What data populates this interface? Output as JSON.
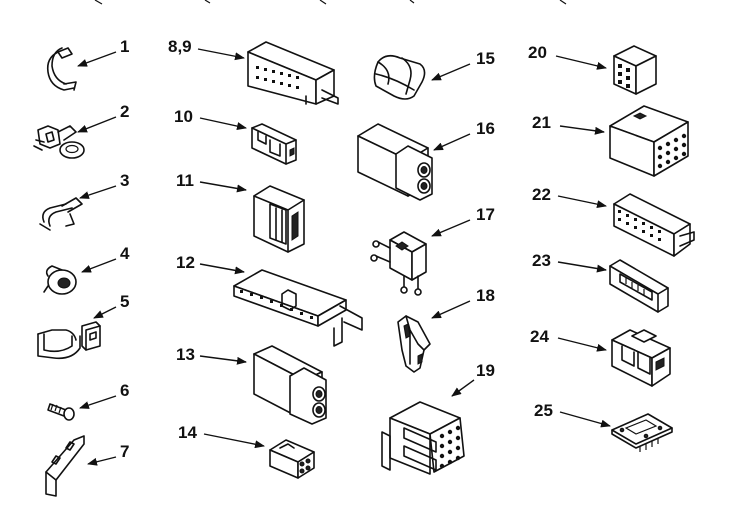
{
  "parts": [
    {
      "id": "p1",
      "label": "1",
      "icon": "clip-icon"
    },
    {
      "id": "p2",
      "label": "2",
      "icon": "clamp-icon"
    },
    {
      "id": "p3",
      "label": "3",
      "icon": "wire-clip-icon"
    },
    {
      "id": "p4",
      "label": "4",
      "icon": "bushing-icon"
    },
    {
      "id": "p5",
      "label": "5",
      "icon": "cable-clamp-icon"
    },
    {
      "id": "p6",
      "label": "6",
      "icon": "screw-icon"
    },
    {
      "id": "p7",
      "label": "7",
      "icon": "bracket-icon"
    },
    {
      "id": "p89",
      "label": "8,9",
      "icon": "connector-housing-icon"
    },
    {
      "id": "p10",
      "label": "10",
      "icon": "connector-icon"
    },
    {
      "id": "p11",
      "label": "11",
      "icon": "connector-icon"
    },
    {
      "id": "p12",
      "label": "12",
      "icon": "terminal-strip-icon"
    },
    {
      "id": "p13",
      "label": "13",
      "icon": "connector-block-icon"
    },
    {
      "id": "p14",
      "label": "14",
      "icon": "plug-icon"
    },
    {
      "id": "p15",
      "label": "15",
      "icon": "sleeve-icon"
    },
    {
      "id": "p16",
      "label": "16",
      "icon": "connector-block-icon"
    },
    {
      "id": "p17",
      "label": "17",
      "icon": "terminal-block-icon"
    },
    {
      "id": "p18",
      "label": "18",
      "icon": "latch-icon"
    },
    {
      "id": "p19",
      "label": "19",
      "icon": "multi-pin-connector-icon"
    },
    {
      "id": "p20",
      "label": "20",
      "icon": "small-housing-icon"
    },
    {
      "id": "p21",
      "label": "21",
      "icon": "housing-12-pin-icon"
    },
    {
      "id": "p22",
      "label": "22",
      "icon": "connector-housing-icon"
    },
    {
      "id": "p23",
      "label": "23",
      "icon": "d-connector-icon"
    },
    {
      "id": "p24",
      "label": "24",
      "icon": "connector-icon"
    },
    {
      "id": "p25",
      "label": "25",
      "icon": "circuit-board-icon"
    }
  ]
}
